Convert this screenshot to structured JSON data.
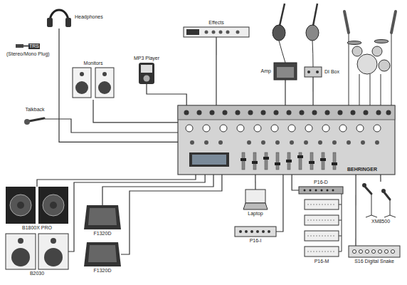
{
  "diagram": {
    "nodes": [
      {
        "text": [
          "BEHRINGER"
        ]
      },
      {
        "text": [
          "Headphones"
        ]
      },
      {
        "text": [
          "Effects"
        ]
      },
      {
        "text": [
          "Monitors"
        ]
      },
      {
        "text": [
          "MP3 Player"
        ]
      },
      {
        "text": [
          "Talkback"
        ]
      },
      {
        "text": [
          "Amp"
        ]
      },
      {
        "text": [
          "DI Box"
        ]
      },
      {
        "text": [
          "B1800X PRO"
        ]
      },
      {
        "text": [
          "B2030"
        ]
      },
      {
        "text": [
          "F1320D"
        ]
      },
      {
        "text": [
          "F1320D"
        ]
      },
      {
        "text": [
          "Laptop"
        ]
      },
      {
        "text": [
          "P16-I"
        ]
      },
      {
        "text": [
          "P16-D"
        ]
      },
      {
        "text": [
          "XM8500"
        ]
      },
      {
        "text": [
          "S16 Digital Snake"
        ]
      }
    ],
    "edges": [
      {
        "from": 1,
        "to": 0,
        "arrow": "none"
      },
      {
        "from": 2,
        "to": 0,
        "arrow": "none"
      },
      {
        "from": 3,
        "to": 0,
        "arrow": "none"
      },
      {
        "from": 4,
        "to": 0,
        "arrow": "none"
      },
      {
        "from": 5,
        "to": 0,
        "arrow": "none"
      },
      {
        "from": 6,
        "to": 0,
        "arrow": "none"
      },
      {
        "from": 7,
        "to": 0,
        "arrow": "none"
      },
      {
        "from": 8,
        "to": 0,
        "arrow": "none"
      },
      {
        "from": 9,
        "to": 0,
        "arrow": "none"
      },
      {
        "from": 10,
        "to": 0,
        "arrow": "none"
      },
      {
        "from": 11,
        "to": 0,
        "arrow": "none"
      },
      {
        "from": 12,
        "to": 0,
        "arrow": "none"
      },
      {
        "from": 13,
        "to": 0,
        "arrow": "none"
      },
      {
        "from": 14,
        "to": 0,
        "arrow": "none"
      },
      {
        "from": 15,
        "to": 0,
        "arrow": "none"
      },
      {
        "from": 16,
        "to": 0,
        "arrow": "none"
      }
    ],
    "labels": [
      "TRS",
      "(Stereo/Mono Plug)",
      "P16-M"
    ]
  }
}
